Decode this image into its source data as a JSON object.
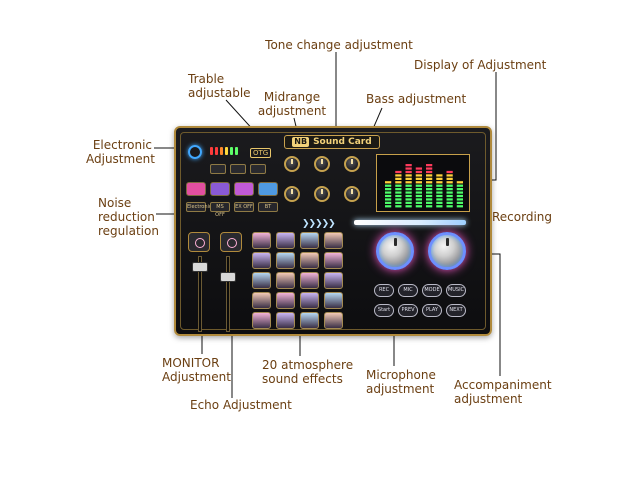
{
  "device": {
    "brand_logo": "NB",
    "brand": "Sound Card",
    "otg_label": "OTG",
    "led_colors": [
      "#ff3b3b",
      "#ff3b3b",
      "#ff8a2a",
      "#ffd93b",
      "#5dff6a",
      "#5dff6a"
    ],
    "func_buttons": [
      "Electronic",
      "MS OFF",
      "EX OFF",
      "BT"
    ],
    "sq_button_colors": [
      "#e24fa0",
      "#8a5ad6",
      "#c15ad6",
      "#4f9ae2"
    ],
    "eq_bar_levels": [
      0.55,
      0.78,
      0.92,
      0.84,
      0.95,
      0.72,
      0.81,
      0.58
    ],
    "playback_buttons": [
      "REC",
      "MIC",
      "MODE",
      "MUSIC",
      "Start",
      "PREV",
      "PLAY",
      "NEXT"
    ],
    "accent_color": "#b08a3c"
  },
  "callouts": {
    "tone_change": "Tone change adjustment",
    "display": "Display of Adjustment",
    "trable": [
      "Trable",
      "adjustable"
    ],
    "midrange": [
      "Midrange",
      "adjustment"
    ],
    "bass": "Bass adjustment",
    "electronic": [
      "Electronic",
      "Adjustment"
    ],
    "noise": [
      "Noise",
      "reduction",
      "regulation"
    ],
    "recording": "Recording",
    "monitor": [
      "MONITOR",
      "Adjustment"
    ],
    "atmosphere": [
      "20 atmosphere",
      "sound effects"
    ],
    "microphone": [
      "Microphone",
      "adjustment"
    ],
    "accompaniment": [
      "Accompaniment",
      "adjustment"
    ],
    "echo": "Echo Adjustment"
  },
  "colors": {
    "callout_text": "#6b3f12",
    "leader_line": "#111111"
  }
}
